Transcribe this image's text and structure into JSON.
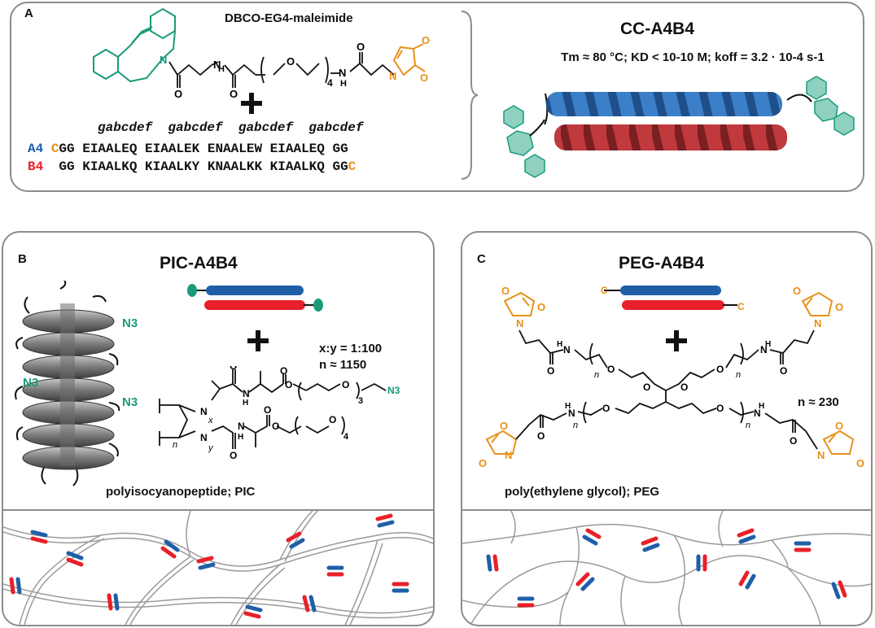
{
  "panel_a": {
    "label": "A",
    "reagent_name": "DBCO-EG4-maleimide",
    "heptad_labels": [
      "gabcdef",
      "gabcdef",
      "gabcdef",
      "gabcdef"
    ],
    "seq_a4": {
      "name": "A4",
      "prefix": "C",
      "body": "GG EIAALEQ EIAALEK ENAALEW EIAALEQ GG"
    },
    "seq_b4": {
      "name": "B4",
      "body": "GG KIAALKQ KIAALKY KNAALKK KIAALKQ GG",
      "suffix": "C"
    },
    "complex_title": "CC-A4B4",
    "complex_props": "Tm ≈ 80 °C; KD < 10-10 M; koff = 3.2 · 10-4 s-1",
    "chem_labels": {
      "n": "N",
      "o": "O",
      "h": "H",
      "subscript": "4"
    }
  },
  "panel_b": {
    "label": "B",
    "title": "PIC-A4B4",
    "ratio": "x:y = 1:100",
    "n_value": "n ≈ 1150",
    "polymer_name": "polyisocyanopeptide; PIC",
    "azide_label": "N3",
    "chem_labels": {
      "n": "n",
      "x": "x",
      "y": "y",
      "sub3": "3",
      "sub4": "4"
    }
  },
  "panel_c": {
    "label": "C",
    "title": "PEG-A4B4",
    "n_value": "n ≈ 230",
    "polymer_name": "poly(ethylene glycol); PEG",
    "chem_labels": {
      "n": "n"
    }
  },
  "colors": {
    "blue": "#1f5fa8",
    "red": "#e8202a",
    "green": "#1a9a7a",
    "orange": "#e8901a",
    "gray": "#8c8c8c"
  }
}
